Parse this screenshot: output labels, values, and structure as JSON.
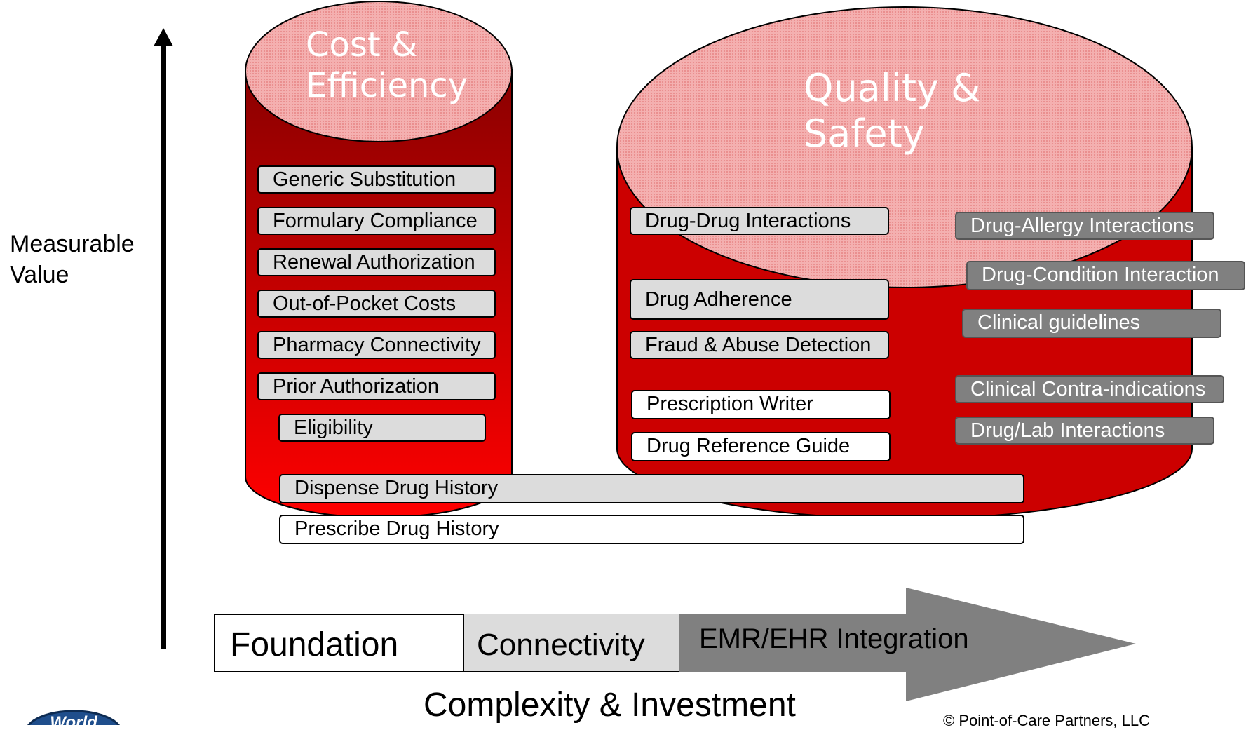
{
  "axis": {
    "y_label": "Measurable\nValue",
    "x_label": "Complexity & Investment"
  },
  "cylinders": {
    "cost": {
      "title": "Cost &\nEfficiency"
    },
    "quality": {
      "title": "Quality &\nSafety"
    }
  },
  "cost_items": [
    "Generic Substitution",
    "Formulary Compliance",
    "Renewal Authorization",
    "Out-of-Pocket Costs",
    "Pharmacy Connectivity",
    "Prior Authorization",
    "Eligibility"
  ],
  "quality_items": [
    "Drug-Drug Interactions",
    "Drug Adherence",
    "Fraud & Abuse Detection",
    "Prescription Writer",
    "Drug Reference Guide"
  ],
  "clinical_items": [
    "Drug-Allergy Interactions",
    "Drug-Condition Interaction",
    "Clinical guidelines",
    "Clinical Contra-indications",
    "Drug/Lab Interactions"
  ],
  "history_items": [
    "Dispense Drug History",
    "Prescribe Drug History"
  ],
  "stages": {
    "foundation": "Foundation",
    "connectivity": "Connectivity",
    "integration": "EMR/EHR Integration"
  },
  "logo_text": "World",
  "copyright": "© Point-of-Care Partners, LLC",
  "colors": {
    "cylinder_top": "#f2a0a0",
    "cylinder_body": "#cc0000",
    "arrow_gray": "#808080",
    "label_light": "#dcdcdc"
  }
}
